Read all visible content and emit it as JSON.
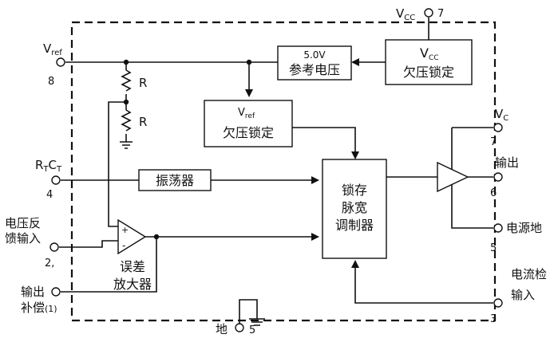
{
  "pins": {
    "vcc": {
      "label": "V",
      "sub": "CC",
      "num": "7"
    },
    "vref": {
      "label": "V",
      "sub": "ref",
      "num": "8"
    },
    "rtct": {
      "label": "R",
      "sub1": "T",
      "mid": "C",
      "sub2": "T",
      "num": "4"
    },
    "fb": {
      "line1": "电压反",
      "line2": "馈输入",
      "num": "2,"
    },
    "comp": {
      "line1": "输出",
      "line2": "补偿",
      "num": "(1)"
    },
    "vc": {
      "label": "V",
      "sub": "C",
      "num": "7"
    },
    "out": {
      "label": "输出",
      "num": "6"
    },
    "pgnd": {
      "label": "电源地",
      "num": "5"
    },
    "cs": {
      "line1": "电流检",
      "line2": "输入",
      "num": "3"
    },
    "gnd": {
      "label": "地",
      "num": "5"
    }
  },
  "blocks": {
    "ref5v": {
      "line1": "5.0V",
      "line2": "参考电压"
    },
    "vcc_uvlo": {
      "l1": "V",
      "l1sub": "CC",
      "line2": "欠压锁定"
    },
    "vref_uvlo": {
      "l1": "V",
      "l1sub": "ref",
      "line2": "欠压锁定"
    },
    "osc": {
      "label": "振荡器"
    },
    "latch": {
      "line1": "锁存",
      "line2": "脉宽",
      "line3": "调制器"
    },
    "erramp": {
      "line1": "误差",
      "line2": "放大器",
      "plus": "+",
      "minus": "-"
    }
  },
  "resistors": {
    "r1": "R",
    "r2": "R"
  }
}
